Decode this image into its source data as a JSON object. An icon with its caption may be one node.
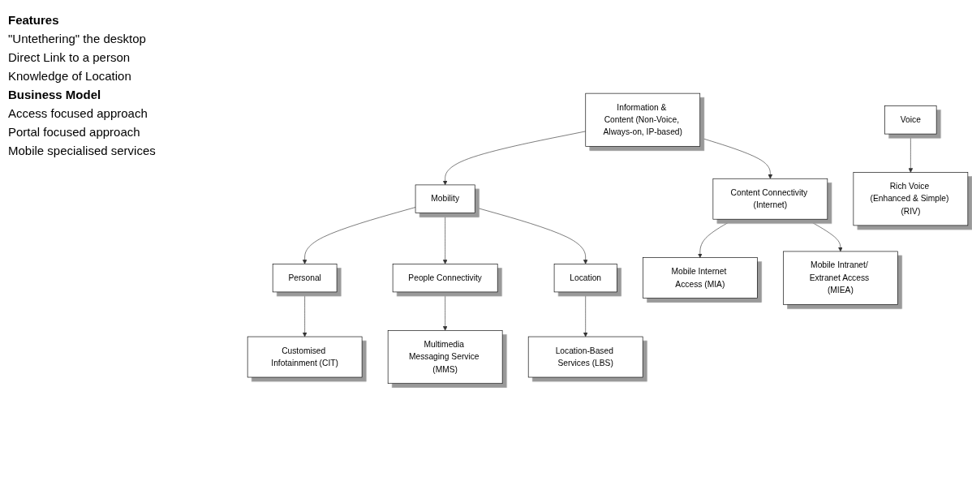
{
  "diagram": {
    "nodes": [
      {
        "text": [
          "Information & Content (Non-Voice, Always-on, IP-based)"
        ]
      },
      {
        "text": [
          "Voice"
        ]
      },
      {
        "text": [
          "Content Connectivity (Internet)"
        ]
      },
      {
        "text": [
          "Mobility"
        ]
      },
      {
        "text": [
          "Personal"
        ]
      },
      {
        "text": [
          "People Connectivity"
        ]
      },
      {
        "text": [
          "Location"
        ]
      },
      {
        "text": [
          "Mobile Internet Access (MIA)"
        ]
      },
      {
        "text": [
          "Mobile Intranet/ Extranet Access (MIEA)"
        ]
      },
      {
        "text": [
          "Customised Infotainment (CIT)"
        ]
      },
      {
        "text": [
          "Multimedia Messaging Service (MMS)"
        ]
      },
      {
        "text": [
          "Location-Based Services (LBS)"
        ]
      },
      {
        "text": [
          "Rich Voice (Enhanced & Simple) (RIV)"
        ]
      }
    ],
    "edges": [
      {
        "from": 0,
        "to": 2,
        "arrow": "to"
      },
      {
        "from": 0,
        "to": 3,
        "arrow": "to"
      },
      {
        "from": 3,
        "to": 4,
        "arrow": "to"
      },
      {
        "from": 3,
        "to": 5,
        "arrow": "to"
      },
      {
        "from": 3,
        "to": 6,
        "arrow": "to"
      },
      {
        "from": 2,
        "to": 7,
        "arrow": "to"
      },
      {
        "from": 2,
        "to": 8,
        "arrow": "to"
      },
      {
        "from": 4,
        "to": 9,
        "arrow": "to"
      },
      {
        "from": 5,
        "to": 10,
        "arrow": "to"
      },
      {
        "from": 6,
        "to": 11,
        "arrow": "to"
      },
      {
        "from": 1,
        "to": 12,
        "arrow": "to"
      }
    ],
    "labels": [
      "Features",
      "\"Untethering\" the desktop",
      "Direct Link to a person",
      "Knowledge of Location",
      "Business Model",
      "Access focused approach",
      "Portal focused approach",
      "Mobile specialised services"
    ]
  }
}
